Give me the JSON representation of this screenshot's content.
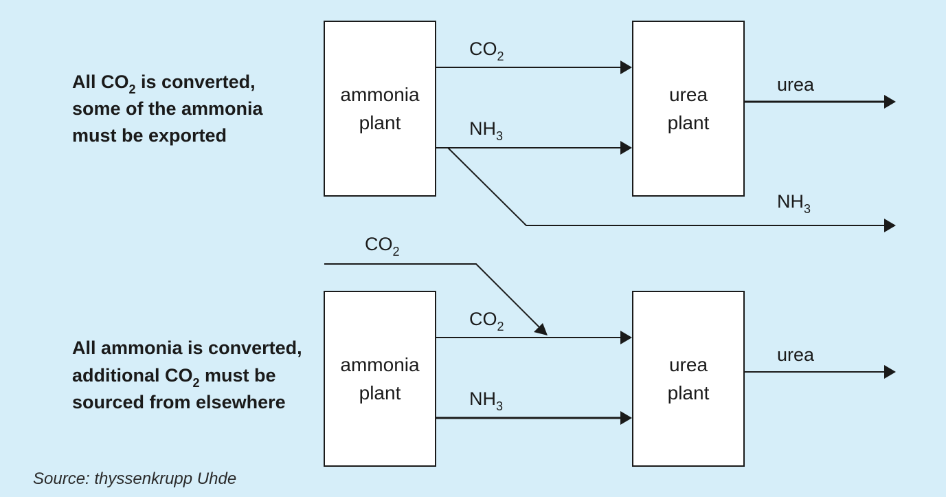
{
  "scenario_top": {
    "caption": {
      "line1_pre": "All CO",
      "line1_sub": "2",
      "line1_post": " is converted,",
      "line2": "some of the ammonia",
      "line3": "must be exported"
    },
    "ammonia_plant": {
      "line1": "ammonia",
      "line2": "plant"
    },
    "urea_plant": {
      "line1": "urea",
      "line2": "plant"
    },
    "co2_stream": {
      "base": "CO",
      "sub": "2"
    },
    "nh3_stream": {
      "base": "NH",
      "sub": "3"
    },
    "urea_output": "urea",
    "nh3_export": {
      "base": "NH",
      "sub": "3"
    }
  },
  "scenario_bottom": {
    "caption": {
      "line1": "All ammonia is converted,",
      "line2_pre": "additional CO",
      "line2_sub": "2",
      "line2_post": " must be",
      "line3": "sourced from elsewhere"
    },
    "ammonia_plant": {
      "line1": "ammonia",
      "line2": "plant"
    },
    "urea_plant": {
      "line1": "urea",
      "line2": "plant"
    },
    "co2_import": {
      "base": "CO",
      "sub": "2"
    },
    "co2_stream": {
      "base": "CO",
      "sub": "2"
    },
    "nh3_stream": {
      "base": "NH",
      "sub": "3"
    },
    "urea_output": "urea"
  },
  "source": "Source: thyssenkrupp Uhde",
  "colors": {
    "background": "#d6eef9",
    "box_fill": "#ffffff",
    "line": "#1a1a1a"
  }
}
